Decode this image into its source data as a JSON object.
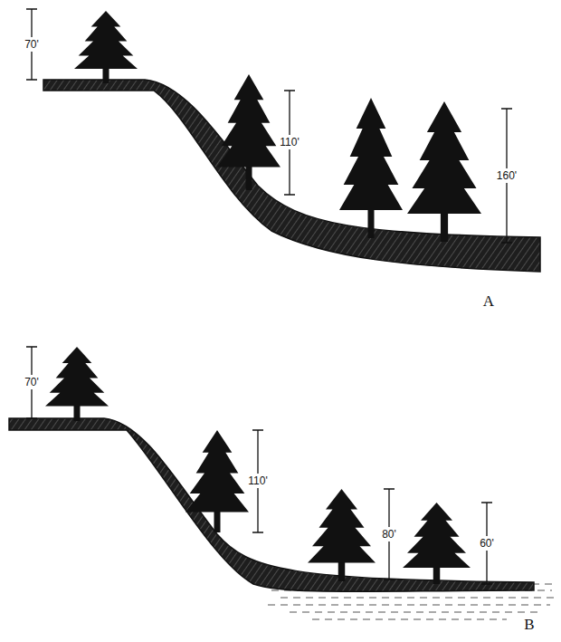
{
  "diagram": {
    "labels": [
      "70'",
      "110'",
      "160'",
      "A",
      "70'",
      "110'",
      "80'",
      "60'",
      "B"
    ]
  }
}
